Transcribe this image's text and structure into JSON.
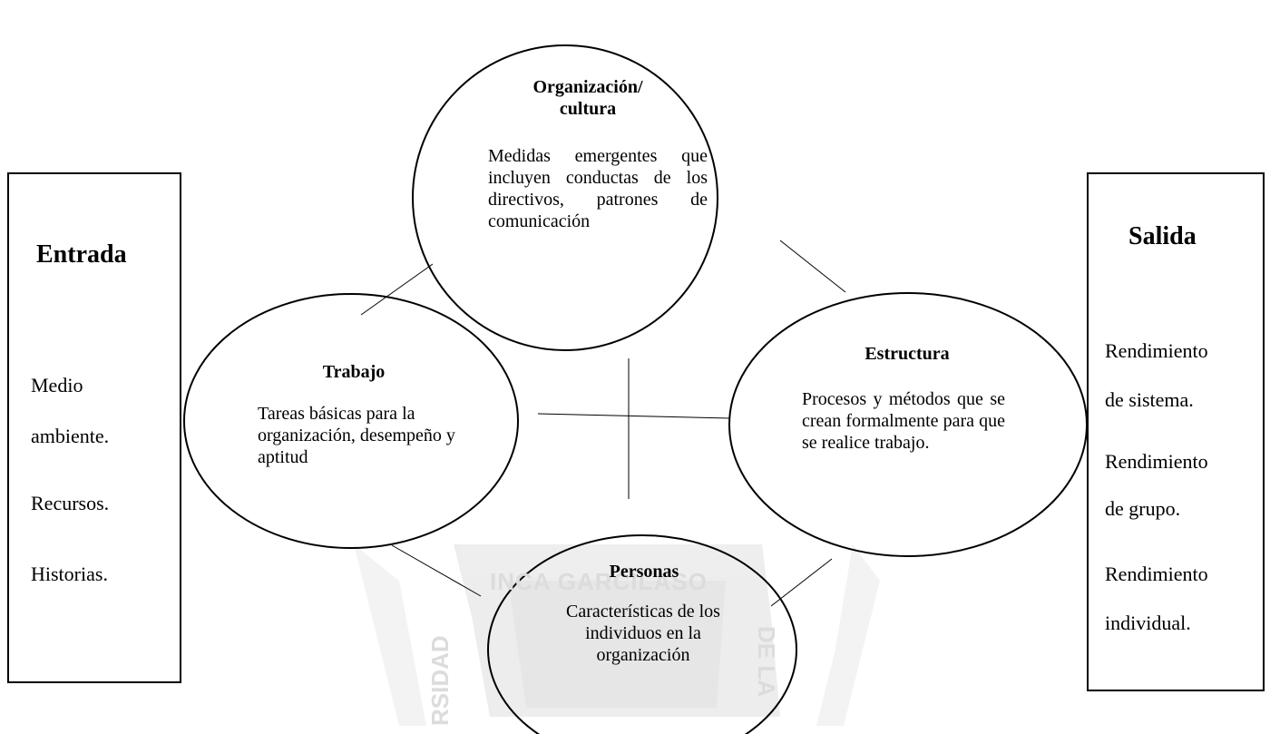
{
  "watermark": {
    "top_text": "INCA GARCILASO",
    "left_text": "RSIDAD",
    "right_text": "DE LA"
  },
  "input_box": {
    "title": "Entrada",
    "items": [
      "Medio",
      "ambiente.",
      "Recursos.",
      "Historias."
    ]
  },
  "output_box": {
    "title": "Salida",
    "items": [
      "Rendimiento",
      "de sistema.",
      "Rendimiento",
      "de grupo.",
      "Rendimiento",
      "individual."
    ]
  },
  "organizacion": {
    "title_line1": "Organización/",
    "title_line2": "cultura",
    "body": "Medidas emergentes que incluyen conductas de los directivos, patrones de comunicación"
  },
  "trabajo": {
    "title": "Trabajo",
    "body": "Tareas básicas para la organización, desempeño y aptitud"
  },
  "estructura": {
    "title": "Estructura",
    "body": "Procesos y métodos que se crean formalmente para que se realice trabajo."
  },
  "personas": {
    "title": "Personas",
    "body": "Características de los individuos en la organización"
  },
  "colors": {
    "line": "#000000",
    "watermark": "#dcdcdc"
  }
}
